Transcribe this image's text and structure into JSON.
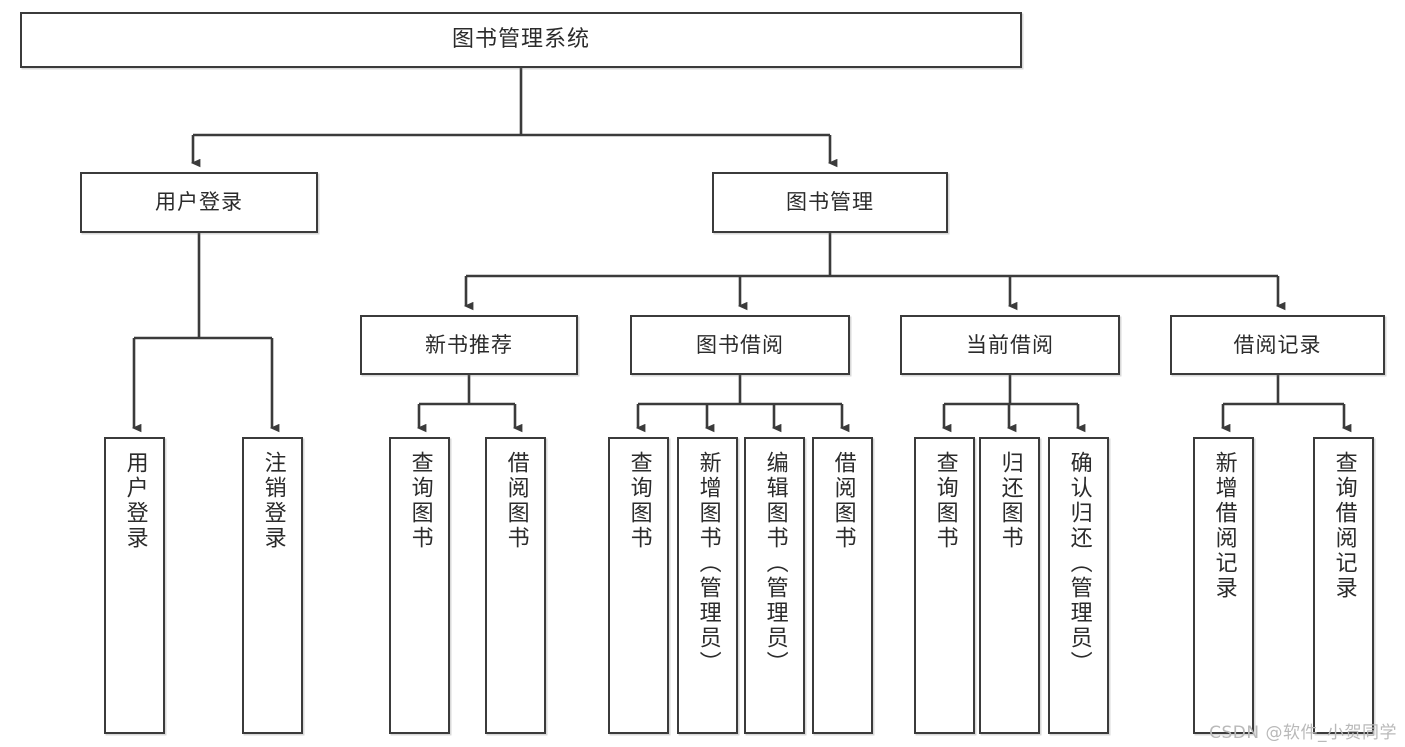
{
  "diagram": {
    "type": "tree",
    "title": "图书管理系统",
    "watermark": "CSDN @软件_小贺同学",
    "colors": {
      "box_border": "#3b3b3b",
      "box_fill": "#ffffff",
      "edge": "#3b3b3b",
      "text": "#2b2b2b",
      "watermark": "#b9b9b9",
      "background": "#ffffff"
    },
    "nodes": {
      "root": {
        "label": "图书管理系统"
      },
      "level1": [
        {
          "id": "user-login",
          "label": "用户登录"
        },
        {
          "id": "book-manage",
          "label": "图书管理"
        }
      ],
      "level2": [
        {
          "id": "new-book-recommend",
          "label": "新书推荐"
        },
        {
          "id": "book-borrow",
          "label": "图书借阅"
        },
        {
          "id": "current-borrow",
          "label": "当前借阅"
        },
        {
          "id": "borrow-record",
          "label": "借阅记录"
        }
      ],
      "leaves": {
        "user-login": [
          {
            "id": "leaf-user-login",
            "label": "用户登录"
          },
          {
            "id": "leaf-logout",
            "label": "注销登录"
          }
        ],
        "new-book-recommend": [
          {
            "id": "leaf-query-book-1",
            "label": "查询图书"
          },
          {
            "id": "leaf-borrow-book-1",
            "label": "借阅图书"
          }
        ],
        "book-borrow": [
          {
            "id": "leaf-query-book-2",
            "label": "查询图书"
          },
          {
            "id": "leaf-add-book",
            "label": "新增图书（管理员）"
          },
          {
            "id": "leaf-edit-book",
            "label": "编辑图书（管理员）"
          },
          {
            "id": "leaf-borrow-book-2",
            "label": "借阅图书"
          }
        ],
        "current-borrow": [
          {
            "id": "leaf-query-book-3",
            "label": "查询图书"
          },
          {
            "id": "leaf-return-book",
            "label": "归还图书"
          },
          {
            "id": "leaf-confirm-return",
            "label": "确认归还（管理员）"
          }
        ],
        "borrow-record": [
          {
            "id": "leaf-add-record",
            "label": "新增借阅记录"
          },
          {
            "id": "leaf-query-record",
            "label": "查询借阅记录"
          }
        ]
      }
    }
  }
}
